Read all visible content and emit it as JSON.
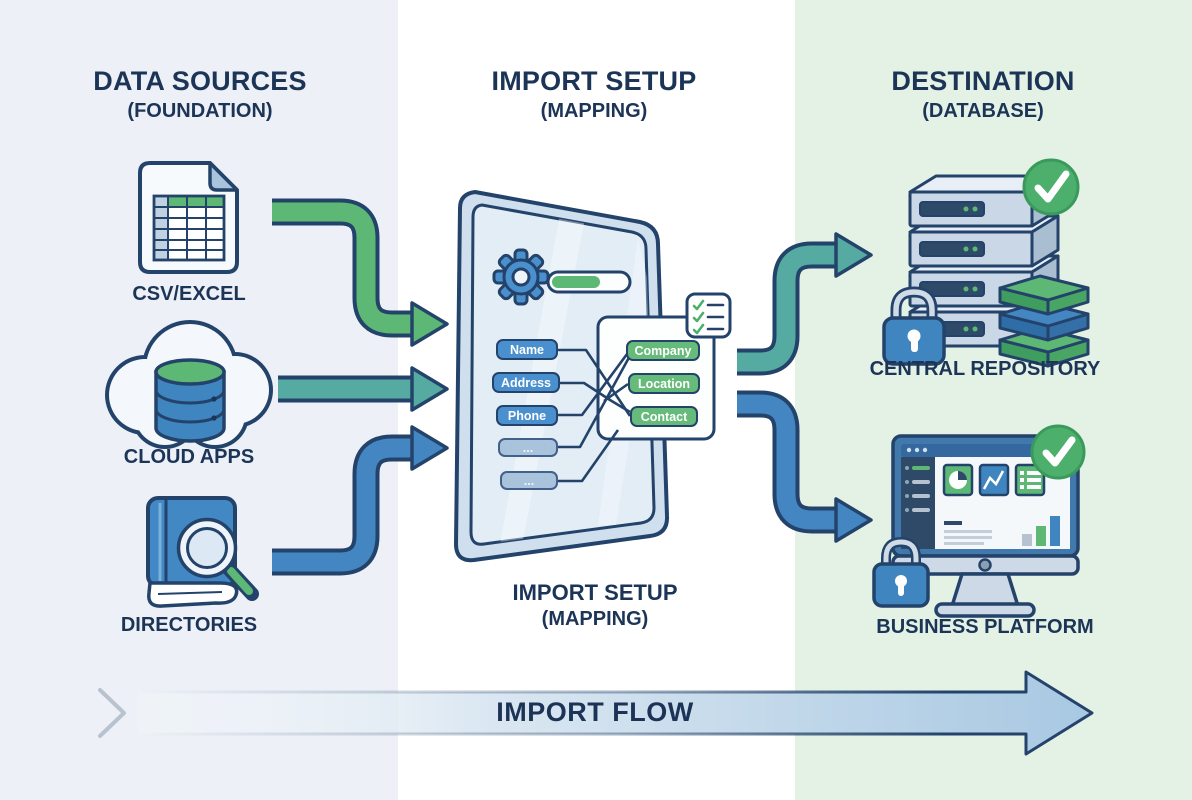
{
  "diagram": {
    "columns": [
      {
        "title": "DATA SOURCES",
        "subtitle": "(FOUNDATION)"
      },
      {
        "title": "IMPORT SETUP",
        "subtitle": "(MAPPING)"
      },
      {
        "title": "DESTINATION",
        "subtitle": "(DATABASE)"
      }
    ],
    "sources": [
      {
        "label": "CSV/EXCEL",
        "icon": "spreadsheet-file-icon"
      },
      {
        "label": "CLOUD APPS",
        "icon": "cloud-database-icon"
      },
      {
        "label": "DIRECTORIES",
        "icon": "book-magnifier-icon"
      }
    ],
    "mapping": {
      "caption_title": "IMPORT SETUP",
      "caption_subtitle": "(MAPPING)",
      "source_fields": [
        "Name",
        "Address",
        "Phone",
        "...",
        "..."
      ],
      "target_fields": [
        "Company",
        "Location",
        "Contact"
      ],
      "progress_percent": 62,
      "icons": [
        "gear-icon",
        "progress-bar",
        "checklist-icon"
      ]
    },
    "destinations": [
      {
        "label": "CENTRAL REPOSITORY",
        "icon": "server-stack-icon",
        "badges": [
          "check-badge",
          "lock-icon",
          "data-layers-icon"
        ]
      },
      {
        "label": "BUSINESS PLATFORM",
        "icon": "dashboard-monitor-icon",
        "badges": [
          "check-badge",
          "lock-icon"
        ]
      }
    ],
    "flow_arrow": {
      "label": "IMPORT FLOW"
    },
    "colors": {
      "navy": "#24436b",
      "text_navy": "#1c3557",
      "green": "#5cb874",
      "teal": "#55aaa2",
      "blue": "#4386c2",
      "chip_blue": "#4a8fce",
      "chip_blue_light": "#a9c3dd",
      "chip_green": "#66bb7a",
      "band_left": "#edf1f7",
      "band_mid": "#ffffff",
      "band_right": "#e4f1e5"
    }
  }
}
